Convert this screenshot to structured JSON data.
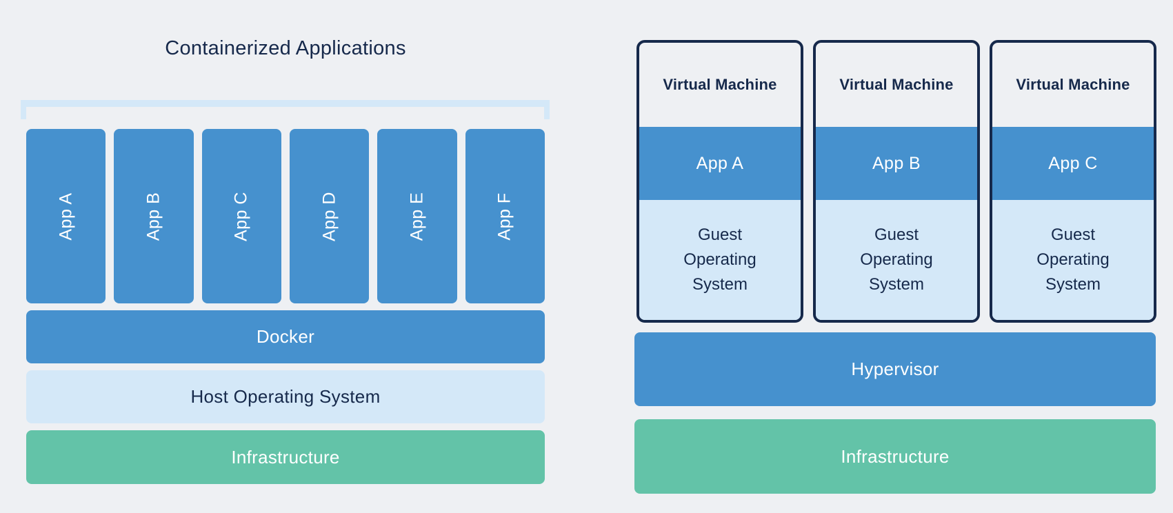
{
  "diagram": {
    "colors": {
      "background": "#eef0f3",
      "blue": "#4691ce",
      "light_blue": "#d4e8f8",
      "green": "#63c3a8",
      "navy": "#16294b",
      "white": "#ffffff"
    },
    "containers": {
      "title": "Containerized Applications",
      "apps": [
        "App A",
        "App B",
        "App C",
        "App D",
        "App E",
        "App F"
      ],
      "layers": {
        "runtime": "Docker",
        "host_os": "Host Operating System",
        "infrastructure": "Infrastructure"
      }
    },
    "virtual_machines": {
      "vms": [
        {
          "title": "Virtual Machine",
          "app": "App A",
          "os": "Guest Operating System"
        },
        {
          "title": "Virtual Machine",
          "app": "App B",
          "os": "Guest Operating System"
        },
        {
          "title": "Virtual Machine",
          "app": "App C",
          "os": "Guest Operating System"
        }
      ],
      "layers": {
        "hypervisor": "Hypervisor",
        "infrastructure": "Infrastructure"
      }
    }
  }
}
